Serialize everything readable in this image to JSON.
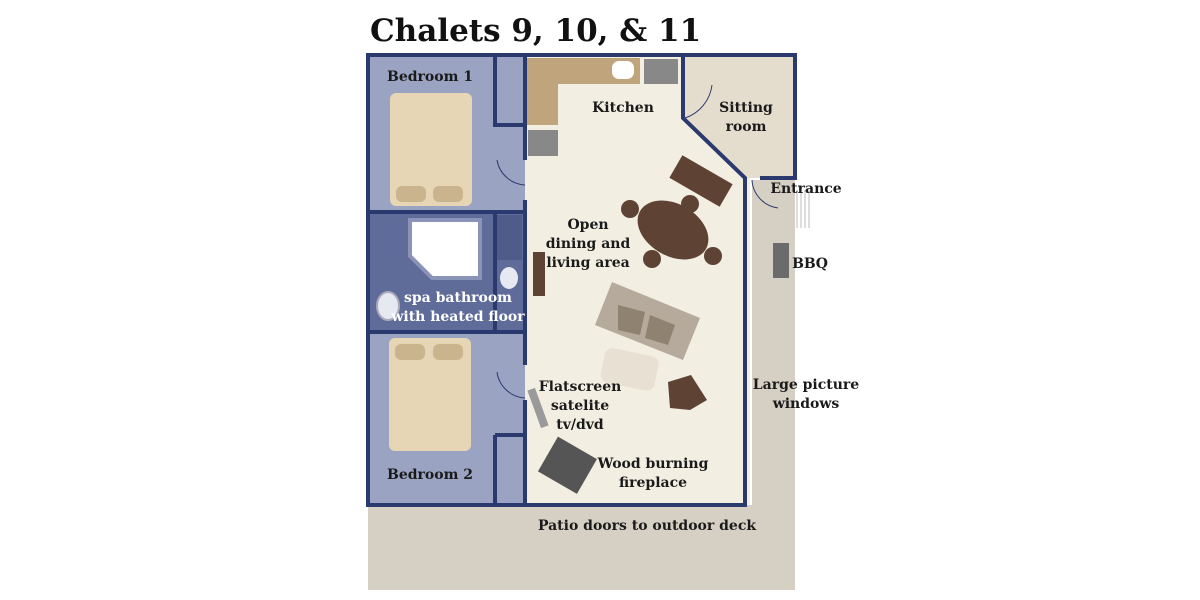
{
  "title": "Chalets 9, 10, & 11",
  "rooms": {
    "bedroom1": "Bedroom 1",
    "bedroom2": "Bedroom 2",
    "kitchen": "Kitchen",
    "sitting": [
      "Sitting",
      "room"
    ],
    "dining": [
      "Open",
      "dining and",
      "living area"
    ],
    "bathroom": [
      "spa bathroom",
      "with heated floor"
    ]
  },
  "features": {
    "entrance": "Entrance",
    "bbq": "BBQ",
    "windows": [
      "Large picture",
      "windows"
    ],
    "tv": [
      "Flatscreen",
      "satelite",
      "tv/dvd"
    ],
    "fireplace": [
      "Wood burning",
      "fireplace"
    ],
    "patio": "Patio doors to outdoor deck"
  },
  "colors": {
    "wall": "#2b3a6e",
    "bedroom": "#9aa3c2",
    "bathroom": "#5f6c99",
    "living": "#f3eee2",
    "deck": "#d6cfc3",
    "furniture": "#5e4334",
    "bed": "#e6d6b6"
  }
}
